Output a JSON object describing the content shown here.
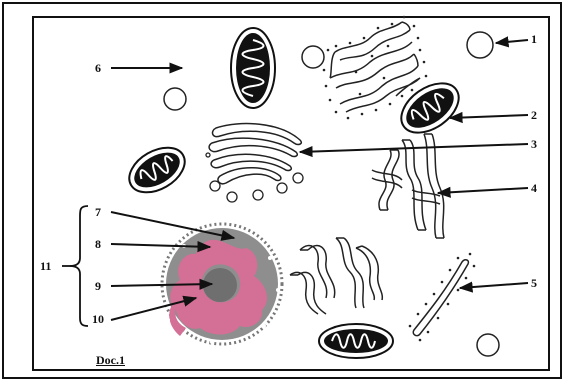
{
  "figure": {
    "caption": "Doc.1",
    "labels": {
      "l1": "1",
      "l2": "2",
      "l3": "3",
      "l4": "4",
      "l5": "5",
      "l6": "6",
      "l7": "7",
      "l8": "8",
      "l9": "9",
      "l10": "10",
      "l11": "11"
    }
  },
  "colors": {
    "nucleoplasm": "#8e8e8e",
    "chromatin": "#d46f95",
    "nucleolus": "#6f6f6f",
    "mito_inner": "#111111"
  }
}
